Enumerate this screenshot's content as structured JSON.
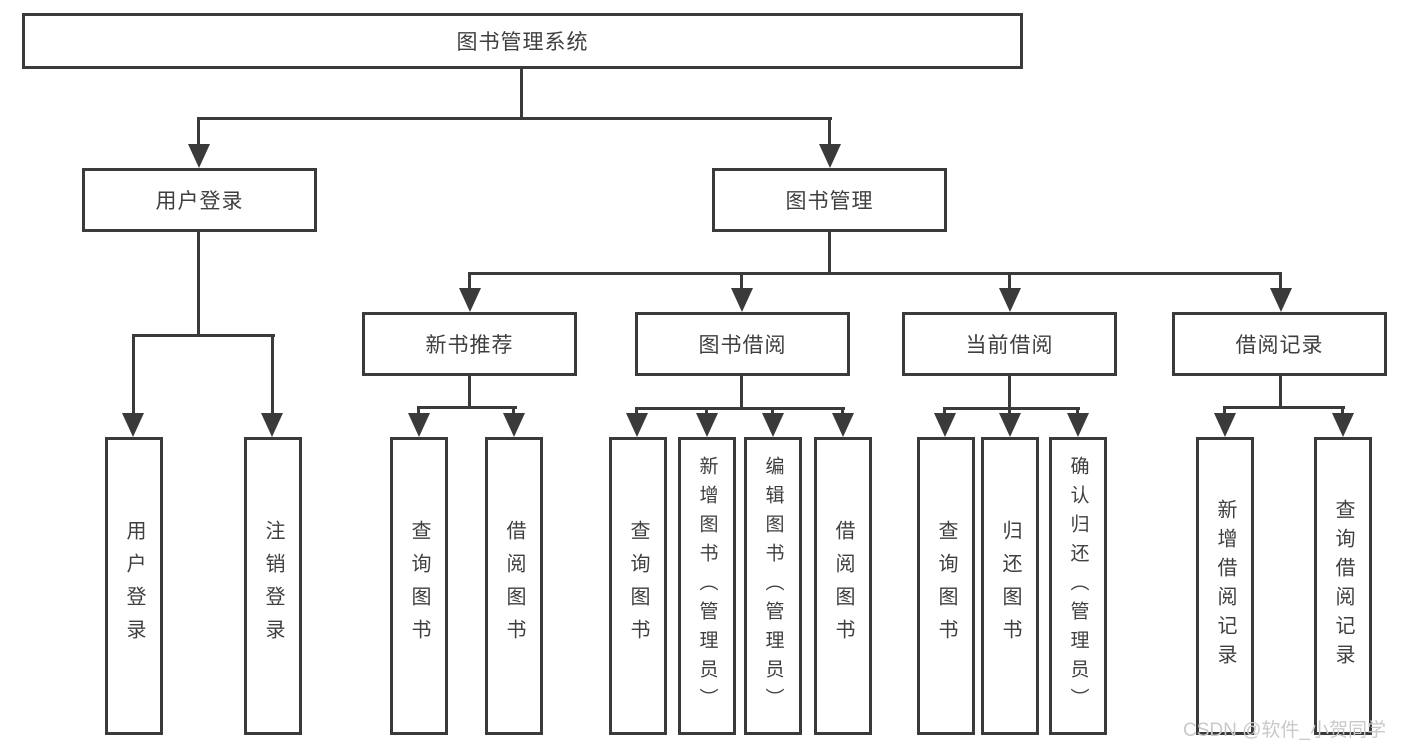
{
  "diagram": {
    "type": "hierarchy-tree",
    "background": "#ffffff",
    "line_color": "#3a3a3a",
    "text_color": "#3f3f3f",
    "watermark_color": "#c9c9c9"
  },
  "tree": {
    "label": "图书管理系统",
    "children": [
      {
        "label": "用户登录",
        "children": [
          {
            "label": "用户登录"
          },
          {
            "label": "注销登录"
          }
        ]
      },
      {
        "label": "图书管理",
        "children": [
          {
            "label": "新书推荐",
            "children": [
              {
                "label": "查询图书"
              },
              {
                "label": "借阅图书"
              }
            ]
          },
          {
            "label": "图书借阅",
            "children": [
              {
                "label": "查询图书"
              },
              {
                "label": "新增图书（管理员）"
              },
              {
                "label": "编辑图书（管理员）"
              },
              {
                "label": "借阅图书"
              }
            ]
          },
          {
            "label": "当前借阅",
            "children": [
              {
                "label": "查询图书"
              },
              {
                "label": "归还图书"
              },
              {
                "label": "确认归还（管理员）"
              }
            ]
          },
          {
            "label": "借阅记录",
            "children": [
              {
                "label": "新增借阅记录"
              },
              {
                "label": "查询借阅记录"
              }
            ]
          }
        ]
      }
    ]
  },
  "watermark": "CSDN @软件_小贺同学"
}
